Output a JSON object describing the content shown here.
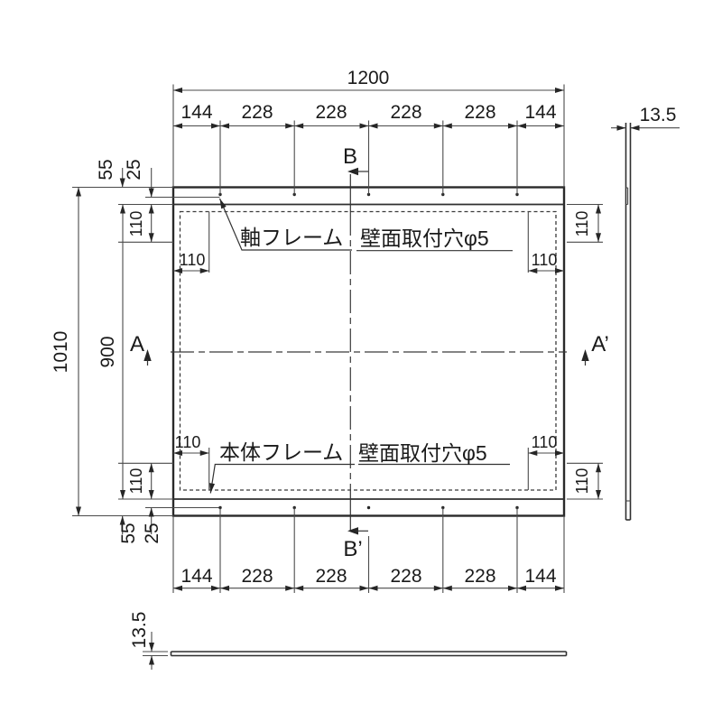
{
  "front": {
    "top_total": "1200",
    "top_chain": [
      "144",
      "228",
      "228",
      "228",
      "228",
      "144"
    ],
    "bottom_chain": [
      "144",
      "228",
      "228",
      "228",
      "228",
      "144"
    ],
    "left": {
      "overall": "1010",
      "inner": "900",
      "top_edge": "55",
      "top_hinge": "25",
      "top_hole": "110",
      "bottom_edge": "55",
      "bottom_hinge": "25",
      "bottom_hole": "110"
    },
    "right": {
      "top_hole": "110",
      "bottom_hole": "110"
    },
    "corner": {
      "tl": "110",
      "tr": "110",
      "bl": "110",
      "br": "110"
    },
    "labels": {
      "axis_frame": "軸フレーム",
      "wall_hole_top": "壁面取付穴φ5",
      "body_frame": "本体フレーム",
      "wall_hole_bottom": "壁面取付穴φ5"
    },
    "sections": {
      "a": "A",
      "a_prime": "A’",
      "b": "B",
      "b_prime": "B’"
    }
  },
  "side": {
    "thickness": "13.5"
  },
  "bottom": {
    "thickness": "13.5"
  },
  "colors": {
    "line": "#2a2a2a",
    "thin_line": "#4a4a4a",
    "text": "#1a1a1a",
    "background": "#ffffff"
  }
}
